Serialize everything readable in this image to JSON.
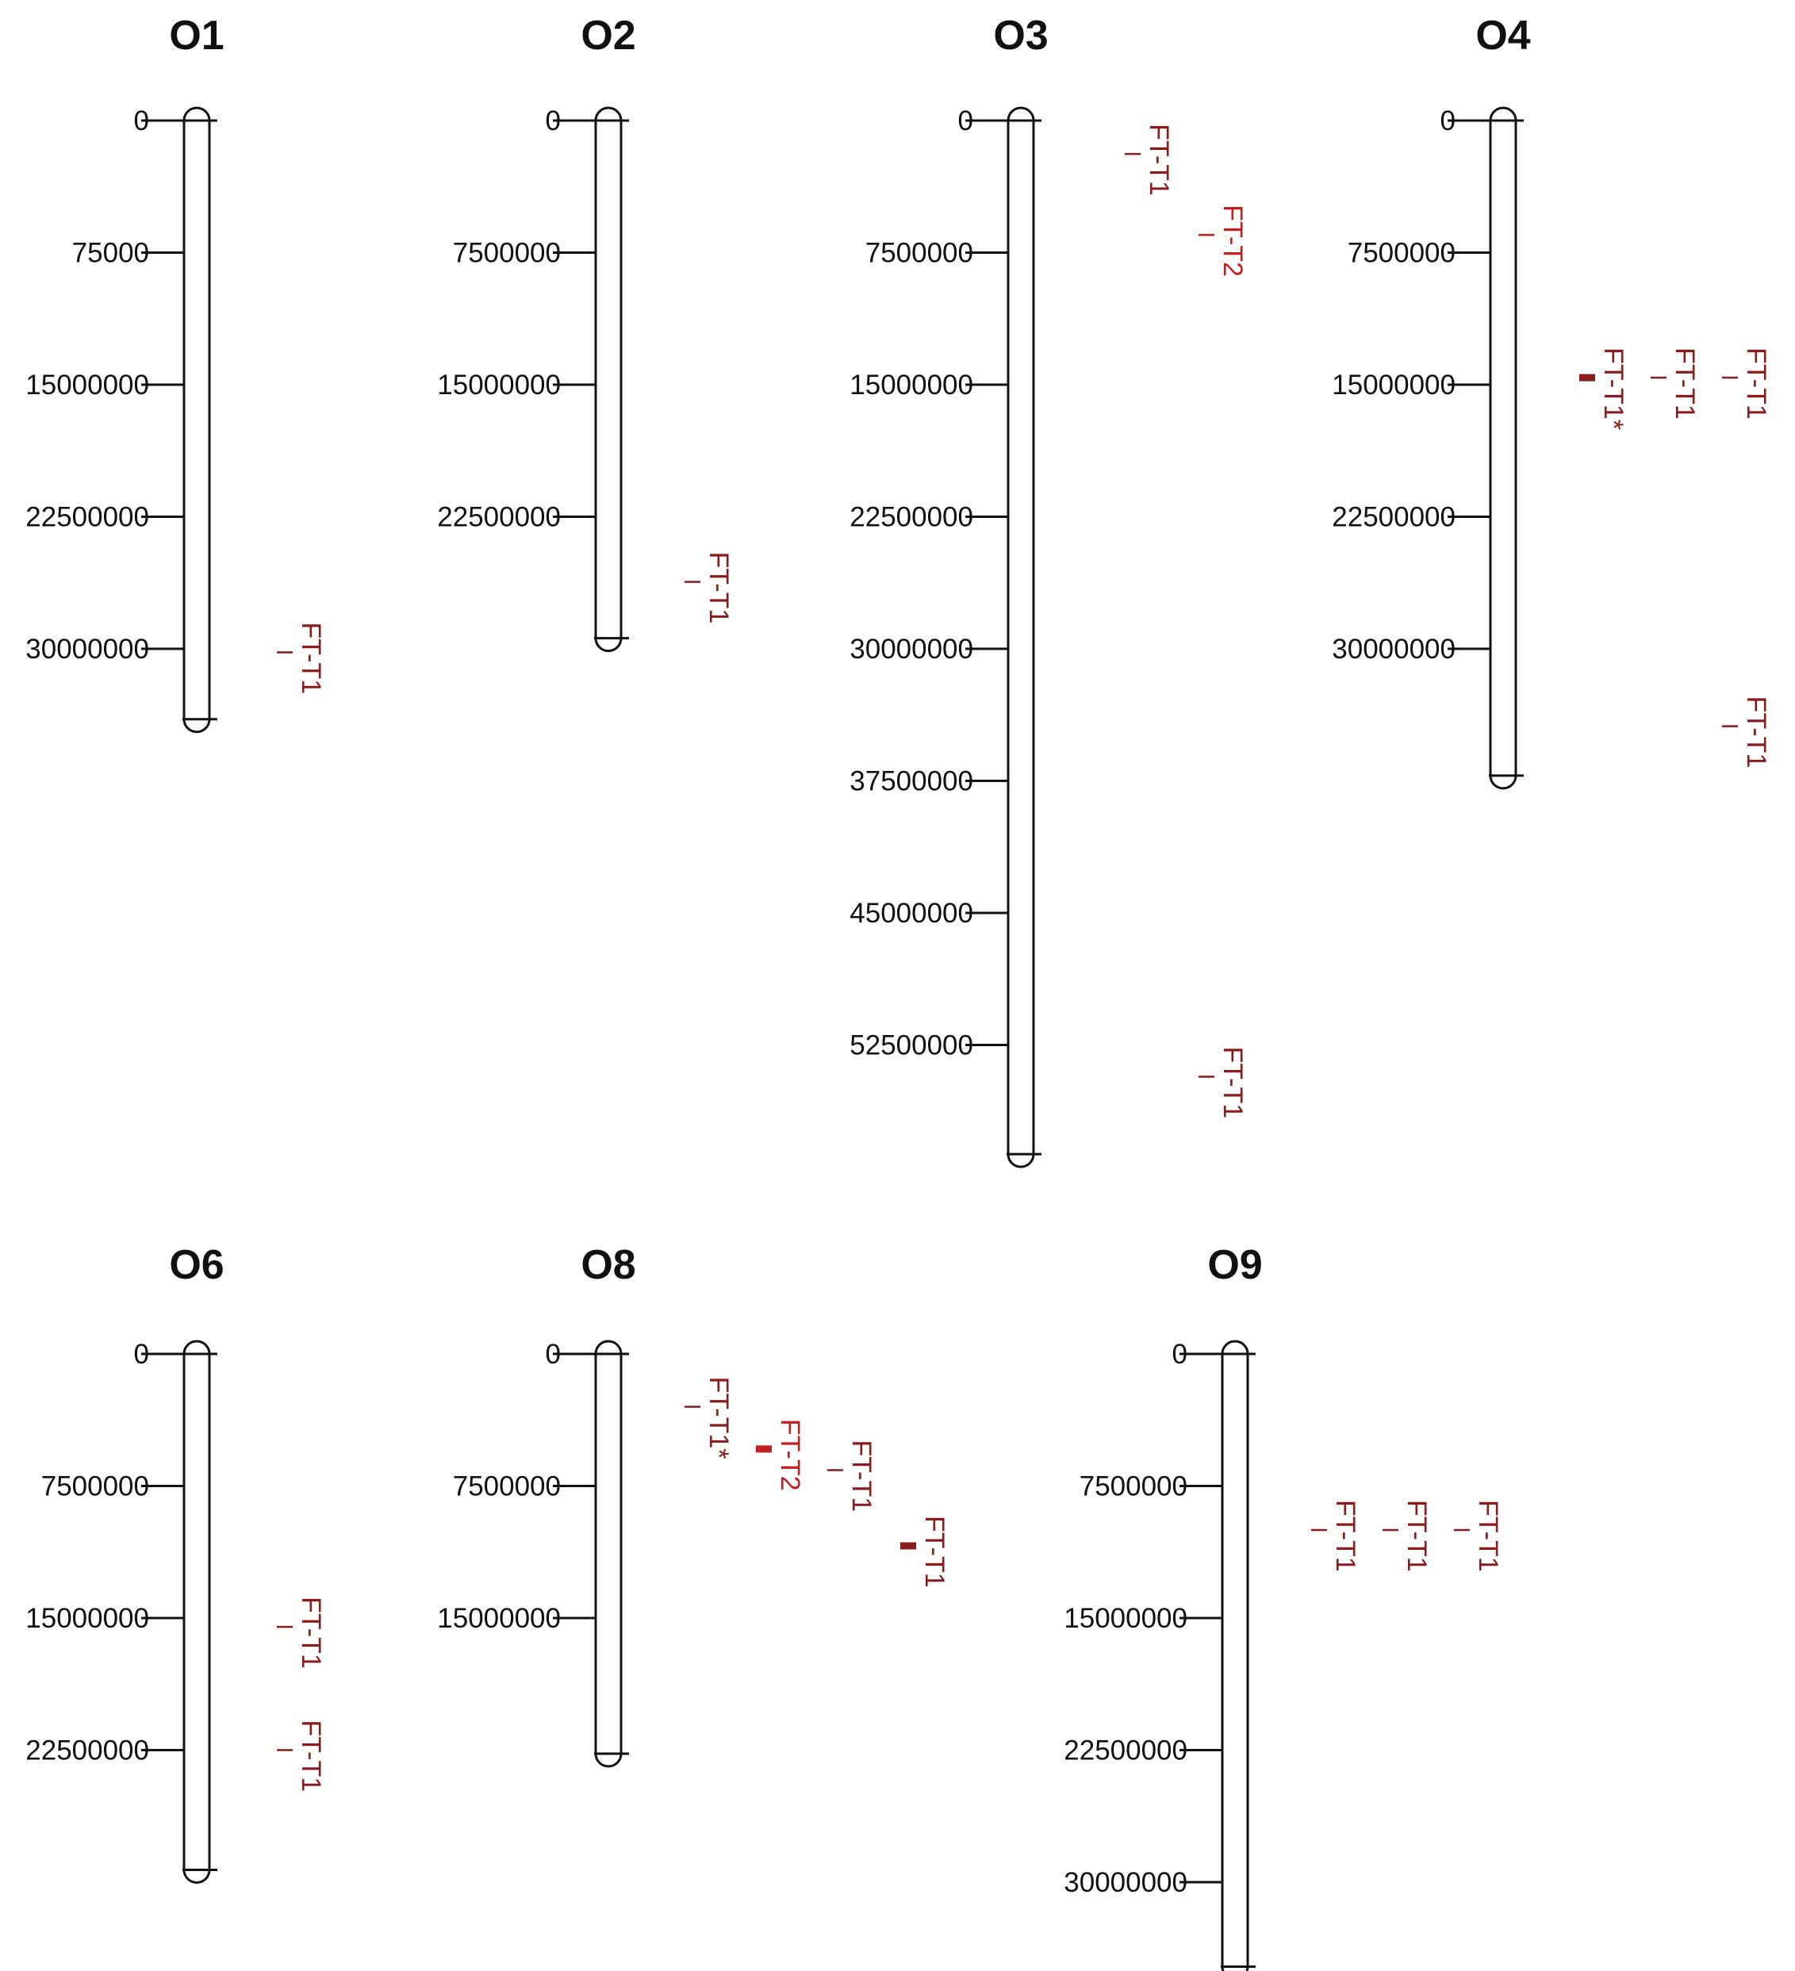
{
  "colors": {
    "ft_t1": "#8b1a1a",
    "ft_t2": "#c41e1e",
    "axis": "#111111",
    "chromosome_outline": "#111111"
  },
  "chromosomes": [
    {
      "name": "O1",
      "length": 34000000,
      "ticks": [
        {
          "value": 0,
          "label": "0"
        },
        {
          "value": 7500000,
          "label": "75000"
        },
        {
          "value": 15000000,
          "label": "15000000"
        },
        {
          "value": 22500000,
          "label": "22500000"
        },
        {
          "value": 30000000,
          "label": "30000000"
        }
      ],
      "markers": [
        {
          "label": "FT-T1",
          "position": 30200000,
          "type": "FT-T1"
        }
      ]
    },
    {
      "name": "O2",
      "length": 29400000,
      "ticks": [
        {
          "value": 0,
          "label": "0"
        },
        {
          "value": 7500000,
          "label": "7500000"
        },
        {
          "value": 15000000,
          "label": "15000000"
        },
        {
          "value": 22500000,
          "label": "22500000"
        }
      ],
      "markers": [
        {
          "label": "FT-T1",
          "position": 26200000,
          "type": "FT-T1"
        }
      ]
    },
    {
      "name": "O3",
      "length": 58700000,
      "ticks": [
        {
          "value": 0,
          "label": "0"
        },
        {
          "value": 7500000,
          "label": "7500000"
        },
        {
          "value": 15000000,
          "label": "15000000"
        },
        {
          "value": 22500000,
          "label": "22500000"
        },
        {
          "value": 30000000,
          "label": "30000000"
        },
        {
          "value": 37500000,
          "label": "37500000"
        },
        {
          "value": 45000000,
          "label": "45000000"
        },
        {
          "value": 52500000,
          "label": "52500000"
        }
      ],
      "markers": [
        {
          "label": "FT-T1",
          "position": 1900000,
          "type": "FT-T1"
        },
        {
          "label": "FT-T2",
          "position": 6500000,
          "type": "FT-T2"
        },
        {
          "label": "FT-T1",
          "position": 54300000,
          "type": "FT-T1"
        }
      ]
    },
    {
      "name": "O4",
      "length": 37200000,
      "ticks": [
        {
          "value": 0,
          "label": "0"
        },
        {
          "value": 7500000,
          "label": "7500000"
        },
        {
          "value": 15000000,
          "label": "15000000"
        },
        {
          "value": 22500000,
          "label": "22500000"
        },
        {
          "value": 30000000,
          "label": "30000000"
        }
      ],
      "markers": [
        {
          "label": "FT-T1*",
          "position": 14600000,
          "type": "FT-T1",
          "bold": true
        },
        {
          "label": "FT-T1",
          "position": 14600000,
          "type": "FT-T1"
        },
        {
          "label": "FT-T1",
          "position": 14600000,
          "type": "FT-T1"
        },
        {
          "label": "FT-T1",
          "position": 34400000,
          "type": "FT-T1"
        }
      ]
    },
    {
      "name": "O6",
      "length": 29300000,
      "ticks": [
        {
          "value": 0,
          "label": "0"
        },
        {
          "value": 7500000,
          "label": "7500000"
        },
        {
          "value": 15000000,
          "label": "15000000"
        },
        {
          "value": 22500000,
          "label": "22500000"
        }
      ],
      "markers": [
        {
          "label": "FT-T1",
          "position": 15500000,
          "type": "FT-T1"
        },
        {
          "label": "FT-T1",
          "position": 22500000,
          "type": "FT-T1"
        }
      ]
    },
    {
      "name": "O8",
      "length": 22700000,
      "ticks": [
        {
          "value": 0,
          "label": "0"
        },
        {
          "value": 7500000,
          "label": "7500000"
        },
        {
          "value": 15000000,
          "label": "15000000"
        }
      ],
      "markers": [
        {
          "label": "FT-T1*",
          "position": 3000000,
          "type": "FT-T1"
        },
        {
          "label": "FT-T2",
          "position": 5400000,
          "type": "FT-T2",
          "bold": true
        },
        {
          "label": "FT-T1",
          "position": 6600000,
          "type": "FT-T1"
        },
        {
          "label": "FT-T1",
          "position": 10900000,
          "type": "FT-T1",
          "bold": true
        }
      ]
    },
    {
      "name": "O9",
      "length": 34800000,
      "ticks": [
        {
          "value": 0,
          "label": "0"
        },
        {
          "value": 7500000,
          "label": "7500000"
        },
        {
          "value": 15000000,
          "label": "15000000"
        },
        {
          "value": 22500000,
          "label": "22500000"
        },
        {
          "value": 30000000,
          "label": "30000000"
        }
      ],
      "markers": [
        {
          "label": "FT-T1",
          "position": 10000000,
          "type": "FT-T1"
        },
        {
          "label": "FT-T1",
          "position": 10000000,
          "type": "FT-T1"
        },
        {
          "label": "FT-T1",
          "position": 10000000,
          "type": "FT-T1"
        }
      ]
    }
  ]
}
